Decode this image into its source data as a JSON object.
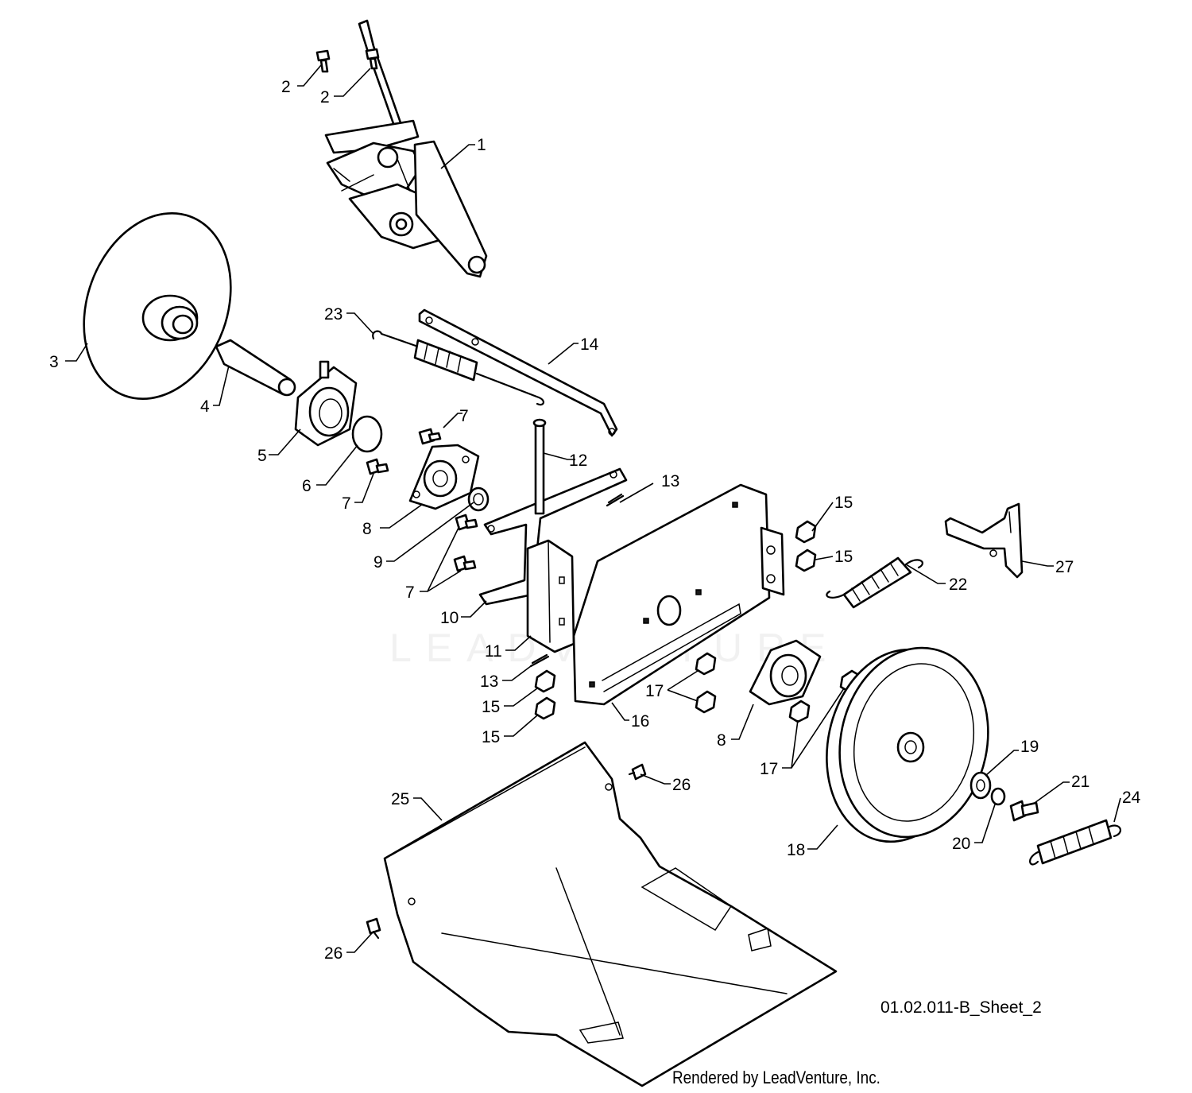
{
  "diagram": {
    "callouts": [
      {
        "id": "c1",
        "label": "1"
      },
      {
        "id": "c2a",
        "label": "2"
      },
      {
        "id": "c2b",
        "label": "2"
      },
      {
        "id": "c3",
        "label": "3"
      },
      {
        "id": "c4",
        "label": "4"
      },
      {
        "id": "c5",
        "label": "5"
      },
      {
        "id": "c6",
        "label": "6"
      },
      {
        "id": "c7a",
        "label": "7"
      },
      {
        "id": "c7b",
        "label": "7"
      },
      {
        "id": "c7c",
        "label": "7"
      },
      {
        "id": "c8a",
        "label": "8"
      },
      {
        "id": "c8b",
        "label": "8"
      },
      {
        "id": "c9",
        "label": "9"
      },
      {
        "id": "c10",
        "label": "10"
      },
      {
        "id": "c11",
        "label": "11"
      },
      {
        "id": "c12",
        "label": "12"
      },
      {
        "id": "c13a",
        "label": "13"
      },
      {
        "id": "c13b",
        "label": "13"
      },
      {
        "id": "c14",
        "label": "14"
      },
      {
        "id": "c15a",
        "label": "15"
      },
      {
        "id": "c15b",
        "label": "15"
      },
      {
        "id": "c15c",
        "label": "15"
      },
      {
        "id": "c15d",
        "label": "15"
      },
      {
        "id": "c16",
        "label": "16"
      },
      {
        "id": "c17a",
        "label": "17"
      },
      {
        "id": "c17b",
        "label": "17"
      },
      {
        "id": "c18",
        "label": "18"
      },
      {
        "id": "c19",
        "label": "19"
      },
      {
        "id": "c20",
        "label": "20"
      },
      {
        "id": "c21",
        "label": "21"
      },
      {
        "id": "c22",
        "label": "22"
      },
      {
        "id": "c23",
        "label": "23"
      },
      {
        "id": "c24",
        "label": "24"
      },
      {
        "id": "c25",
        "label": "25"
      },
      {
        "id": "c26a",
        "label": "26"
      },
      {
        "id": "c26b",
        "label": "26"
      },
      {
        "id": "c27",
        "label": "27"
      }
    ],
    "sheet_id": "01.02.011-B_Sheet_2",
    "credit": "Rendered by LeadVenture, Inc.",
    "watermark": "LEADVENTURE"
  }
}
